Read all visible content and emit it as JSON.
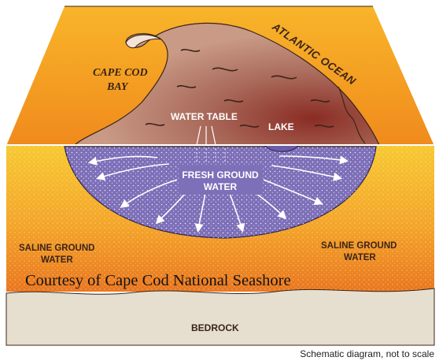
{
  "labels": {
    "ocean": "ATLANTIC OCEAN",
    "bay_line1": "CAPE COD",
    "bay_line2": "BAY",
    "water_table": "WATER TABLE",
    "lake": "LAKE",
    "fresh_line1": "FRESH GROUND",
    "fresh_line2": "WATER",
    "saline_left_line1": "SALINE GROUND",
    "saline_left_line2": "WATER",
    "saline_right_line1": "SALINE GROUND",
    "saline_right_line2": "WATER",
    "bedrock": "BEDROCK"
  },
  "overlay_text": "Courtesy of Cape Cod National Seashore",
  "footnote": "Schematic diagram, not to scale",
  "colors": {
    "ocean_orange": "#f5a21e",
    "sand_yellow": "#f7c730",
    "sand_orange": "#ef8a22",
    "fresh_water_purple": "#7d6fb8",
    "land_brown": "#a86a58",
    "bedrock_tan": "#e6dfcf"
  }
}
